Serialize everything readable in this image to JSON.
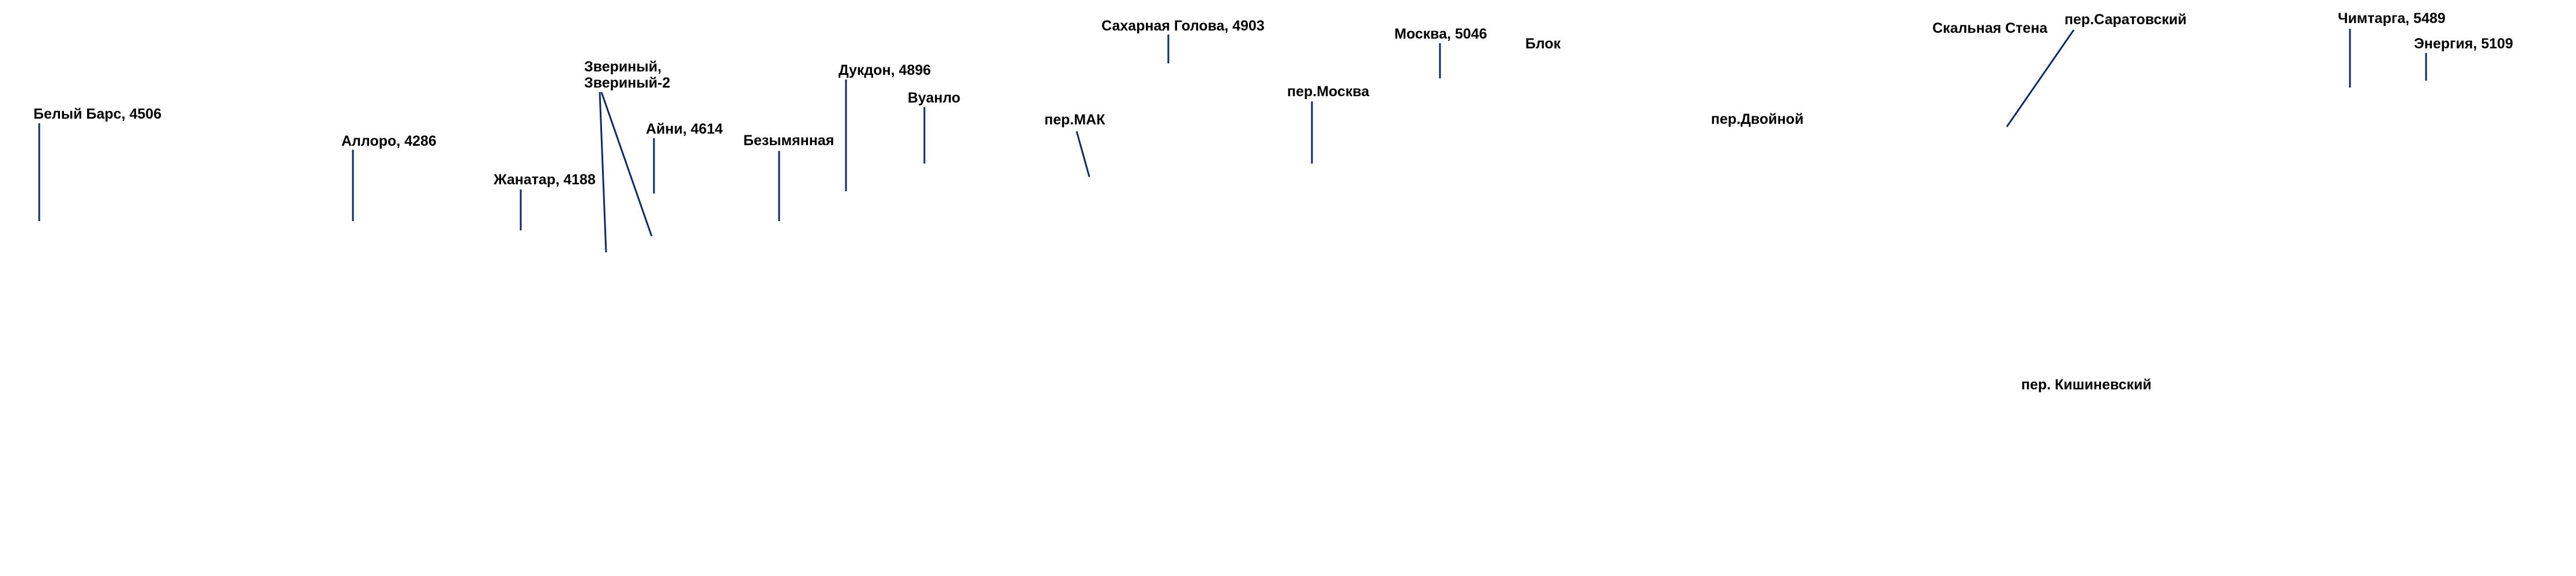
{
  "colors": {
    "leader_line": "#0b2a66",
    "label_text": "#000000",
    "background": "#ffffff"
  },
  "labels": [
    {
      "id": "beliy-bars",
      "text": "Белый Барс, 4506"
    },
    {
      "id": "alloro",
      "text": "Аллоро, 4286"
    },
    {
      "id": "zhanatar",
      "text": "Жанатар, 4188"
    },
    {
      "id": "zveriniy",
      "lines": [
        "Звериный,",
        "Звериный-2"
      ]
    },
    {
      "id": "ayni",
      "text": "Айни, 4614"
    },
    {
      "id": "bezymyannaya",
      "text": "Безымянная"
    },
    {
      "id": "dukdon",
      "text": "Дукдон, 4896"
    },
    {
      "id": "vuanlo",
      "text": "Вуанло"
    },
    {
      "id": "per-mak",
      "text": "пер.МАК"
    },
    {
      "id": "saharnaya-golova",
      "text": "Сахарная Голова, 4903"
    },
    {
      "id": "per-moskva",
      "text": "пер.Москва"
    },
    {
      "id": "moskva",
      "text": "Москва, 5046"
    },
    {
      "id": "blok",
      "text": "Блок"
    },
    {
      "id": "per-dvoynoy",
      "text": "пер.Двойной"
    },
    {
      "id": "skalnaya-stena",
      "text": "Скальная Стена"
    },
    {
      "id": "per-saratovskiy",
      "text": "пер.Саратовский"
    },
    {
      "id": "chimtarga",
      "text": "Чимтарга, 5489"
    },
    {
      "id": "energiya",
      "text": "Энергия, 5109"
    },
    {
      "id": "per-kishinevskiy",
      "text": "пер. Кишиневский"
    }
  ]
}
